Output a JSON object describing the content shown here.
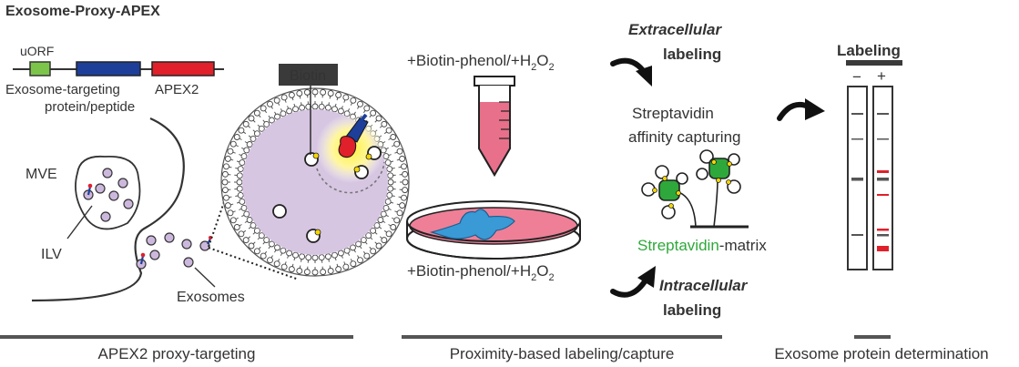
{
  "title": "Exosome-Proxy-APEX",
  "construct": {
    "uorf_label": "uORF",
    "targeting_label_1": "Exosome-targeting",
    "targeting_label_2": "protein/peptide",
    "apex2_label": "APEX2"
  },
  "cell_labels": {
    "mve": "MVE",
    "ilv": "ILV",
    "exosomes": "Exosomes"
  },
  "biotin_label": "Biotin",
  "reagents": {
    "top_prefix": "+Biotin-phenol/+H",
    "bottom_prefix": "+Biotin-phenol/+H",
    "sub_2": "2",
    "mid_O": "O"
  },
  "labeling": {
    "extracellular_1": "Extracellular",
    "extracellular_2": "labeling",
    "intracellular_1": "Intracellular",
    "intracellular_2": "labeling"
  },
  "capture": {
    "line1": "Streptavidin",
    "line2": "affinity capturing",
    "matrix_green": "Streptavidin",
    "matrix_rest": "-matrix"
  },
  "gel": {
    "title": "Labeling",
    "minus": "−",
    "plus": "+"
  },
  "sections": {
    "s1": "APEX2 proxy-targeting",
    "s2": "Proximity-based labeling/capture",
    "s3": "Exosome protein determination"
  },
  "colors": {
    "uorf_green": "#7cc44a",
    "targeting_blue": "#1d3f9a",
    "apex_red": "#e0202a",
    "exosome_purple": "#c8b3d8",
    "exosome_label": "#9a62ae",
    "tube_pink": "#e8708a",
    "cell_blue": "#3a9ad6",
    "streptavidin_green": "#2ea83a",
    "biotin_yellow": "#f5d600",
    "band_red": "#e0202a"
  }
}
